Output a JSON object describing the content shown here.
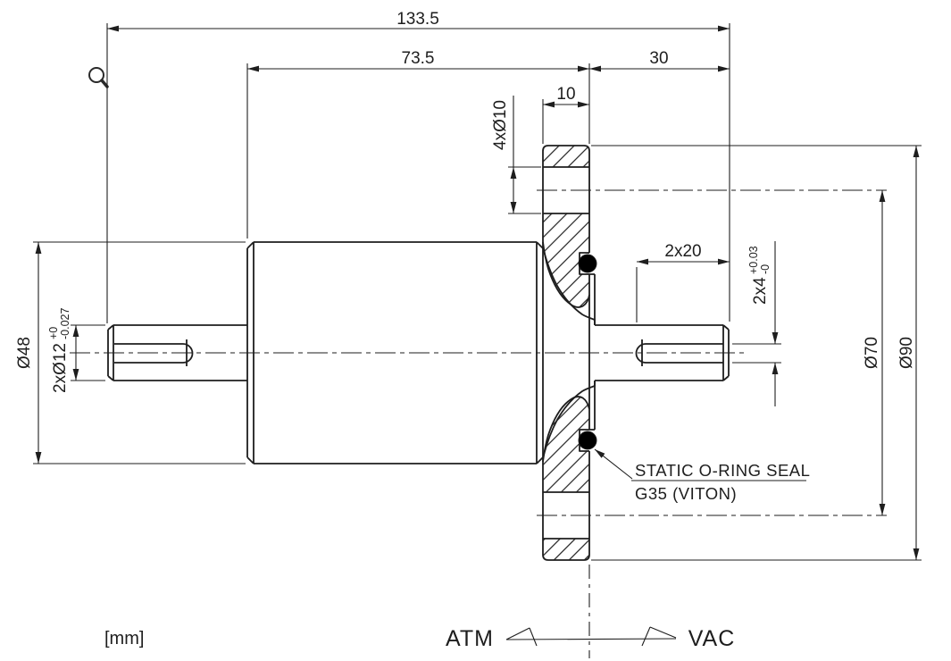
{
  "drawing": {
    "units": "[mm]",
    "labels": {
      "atmosphere_side": "ATM",
      "vacuum_side": "VAC"
    },
    "callout": {
      "line1": "STATIC O-RING SEAL",
      "line2": "G35  (VITON)"
    },
    "dimensions": {
      "overall_length": "133.5",
      "body_with_flange_length": "73.5",
      "vacuum_shaft_length": "30",
      "flange_thickness": "10",
      "bolt_holes": "4xØ10",
      "keyway_length": "2x20",
      "keyway_width_nominal": "2x4",
      "keyway_width_tol_upper": "+0.03",
      "keyway_width_tol_lower": "-0",
      "shaft_dia_nominal": "2xØ12",
      "shaft_dia_tol_upper": "+0",
      "shaft_dia_tol_lower": "-0.027",
      "body_diameter": "Ø48",
      "bolt_circle_diameter": "Ø70",
      "flange_diameter": "Ø90"
    },
    "colors": {
      "line": "#1e1e1e",
      "background": "#ffffff",
      "oring_fill": "#000000"
    }
  }
}
